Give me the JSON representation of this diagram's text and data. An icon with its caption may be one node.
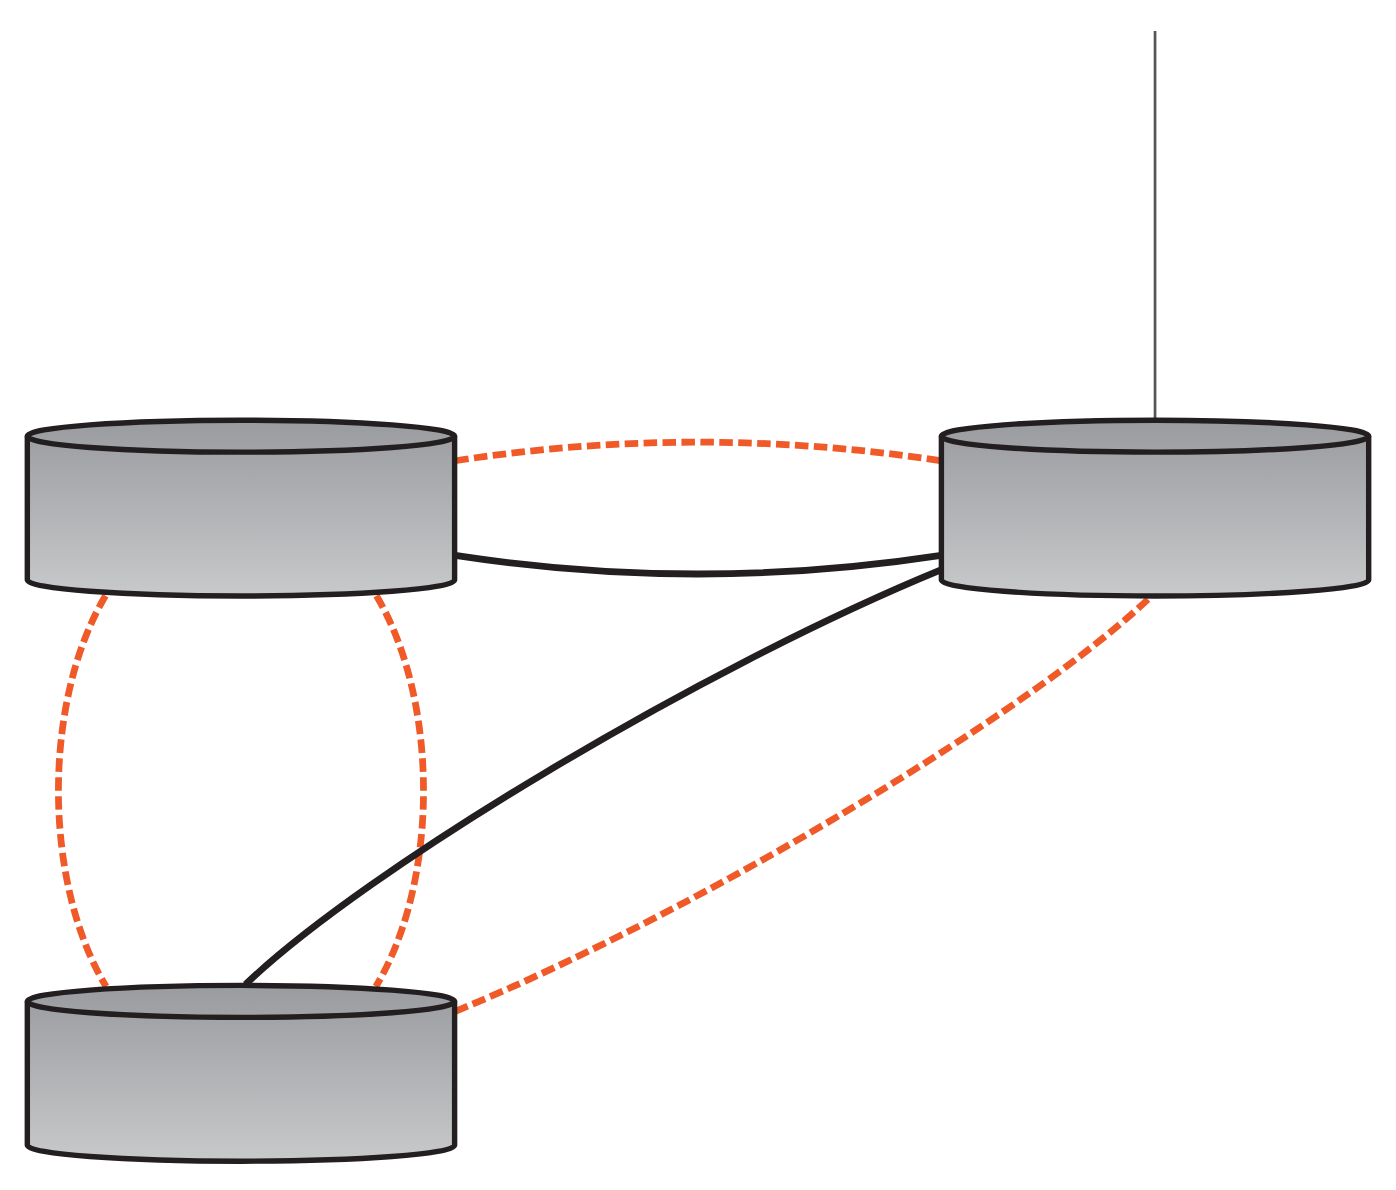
{
  "diagram": {
    "nodes": [
      {
        "text": [],
        "shape": "cylinder"
      },
      {
        "text": [],
        "shape": "cylinder"
      },
      {
        "text": [],
        "shape": "cylinder"
      }
    ],
    "edges": [
      {
        "from": 0,
        "to": 1,
        "arrow": "none",
        "color": "#231f20"
      },
      {
        "from": 0,
        "to": 1,
        "arrow": "none",
        "style": "dashed"
      },
      {
        "from": 0,
        "to": 2,
        "arrow": "none",
        "style": "dashed"
      },
      {
        "from": 0,
        "to": 2,
        "arrow": "none",
        "style": "dashed"
      },
      {
        "from": 2,
        "to": 1,
        "arrow": "none",
        "color": "#231f20"
      },
      {
        "from": 2,
        "to": 1,
        "arrow": "none",
        "style": "dashed"
      },
      {
        "from": null,
        "to": 1,
        "arrow": "none",
        "color": "#555555"
      }
    ]
  }
}
